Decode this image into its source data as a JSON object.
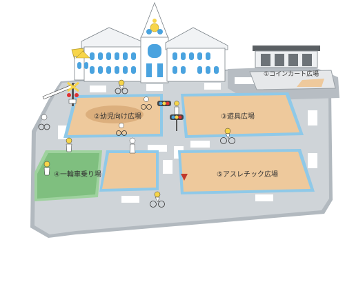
{
  "map": {
    "areas": [
      {
        "id": "coin-kart",
        "label": "①コインカート広場"
      },
      {
        "id": "infant",
        "label": "②幼児向け広場"
      },
      {
        "id": "vehicle",
        "label": "③遊具広場"
      },
      {
        "id": "unicycle",
        "label": "④一輪車乗り場"
      },
      {
        "id": "athletic",
        "label": "⑤アスレチック広場"
      }
    ]
  },
  "colors": {
    "road": "#c9ced3",
    "road_edge": "#a9b0b6",
    "ground": "#eec99c",
    "ground_border": "#8fc9e8",
    "grass": "#7fbf7f",
    "grass_light": "#9ed29e",
    "building_wall": "#ffffff",
    "building_roof": "#f1f3f5",
    "window_blue": "#4aa3df",
    "yellow": "#f7d54a"
  }
}
